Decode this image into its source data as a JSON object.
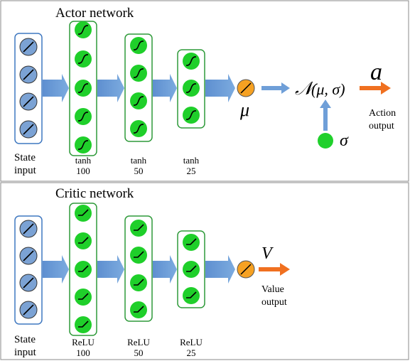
{
  "colors": {
    "input_node": "#7ba2d4",
    "hidden_node": "#1fcf2a",
    "output_node": "#f6a122",
    "sigma_node": "#20d02c",
    "input_box": "#3f78c0",
    "hidden_box": "#2f9a3a",
    "arrow_block": "#6f9fd8",
    "output_arrow": "#f07020",
    "panel_border": "#888888"
  },
  "actor": {
    "title": "Actor network",
    "input_label_line1": "State",
    "input_label_line2": "input",
    "layers": [
      {
        "activation": "tanh",
        "size": "100"
      },
      {
        "activation": "tanh",
        "size": "50"
      },
      {
        "activation": "tanh",
        "size": "25"
      }
    ],
    "mu_symbol": "μ",
    "dist_script": "𝒩",
    "dist_args": "(μ, σ)",
    "sigma_symbol": "σ",
    "action_symbol": "a",
    "output_label_line1": "Action",
    "output_label_line2": "output"
  },
  "critic": {
    "title": "Critic network",
    "input_label_line1": "State",
    "input_label_line2": "input",
    "layers": [
      {
        "activation": "ReLU",
        "size": "100"
      },
      {
        "activation": "ReLU",
        "size": "50"
      },
      {
        "activation": "ReLU",
        "size": "25"
      }
    ],
    "value_symbol": "V",
    "output_label_line1": "Value",
    "output_label_line2": "output"
  }
}
